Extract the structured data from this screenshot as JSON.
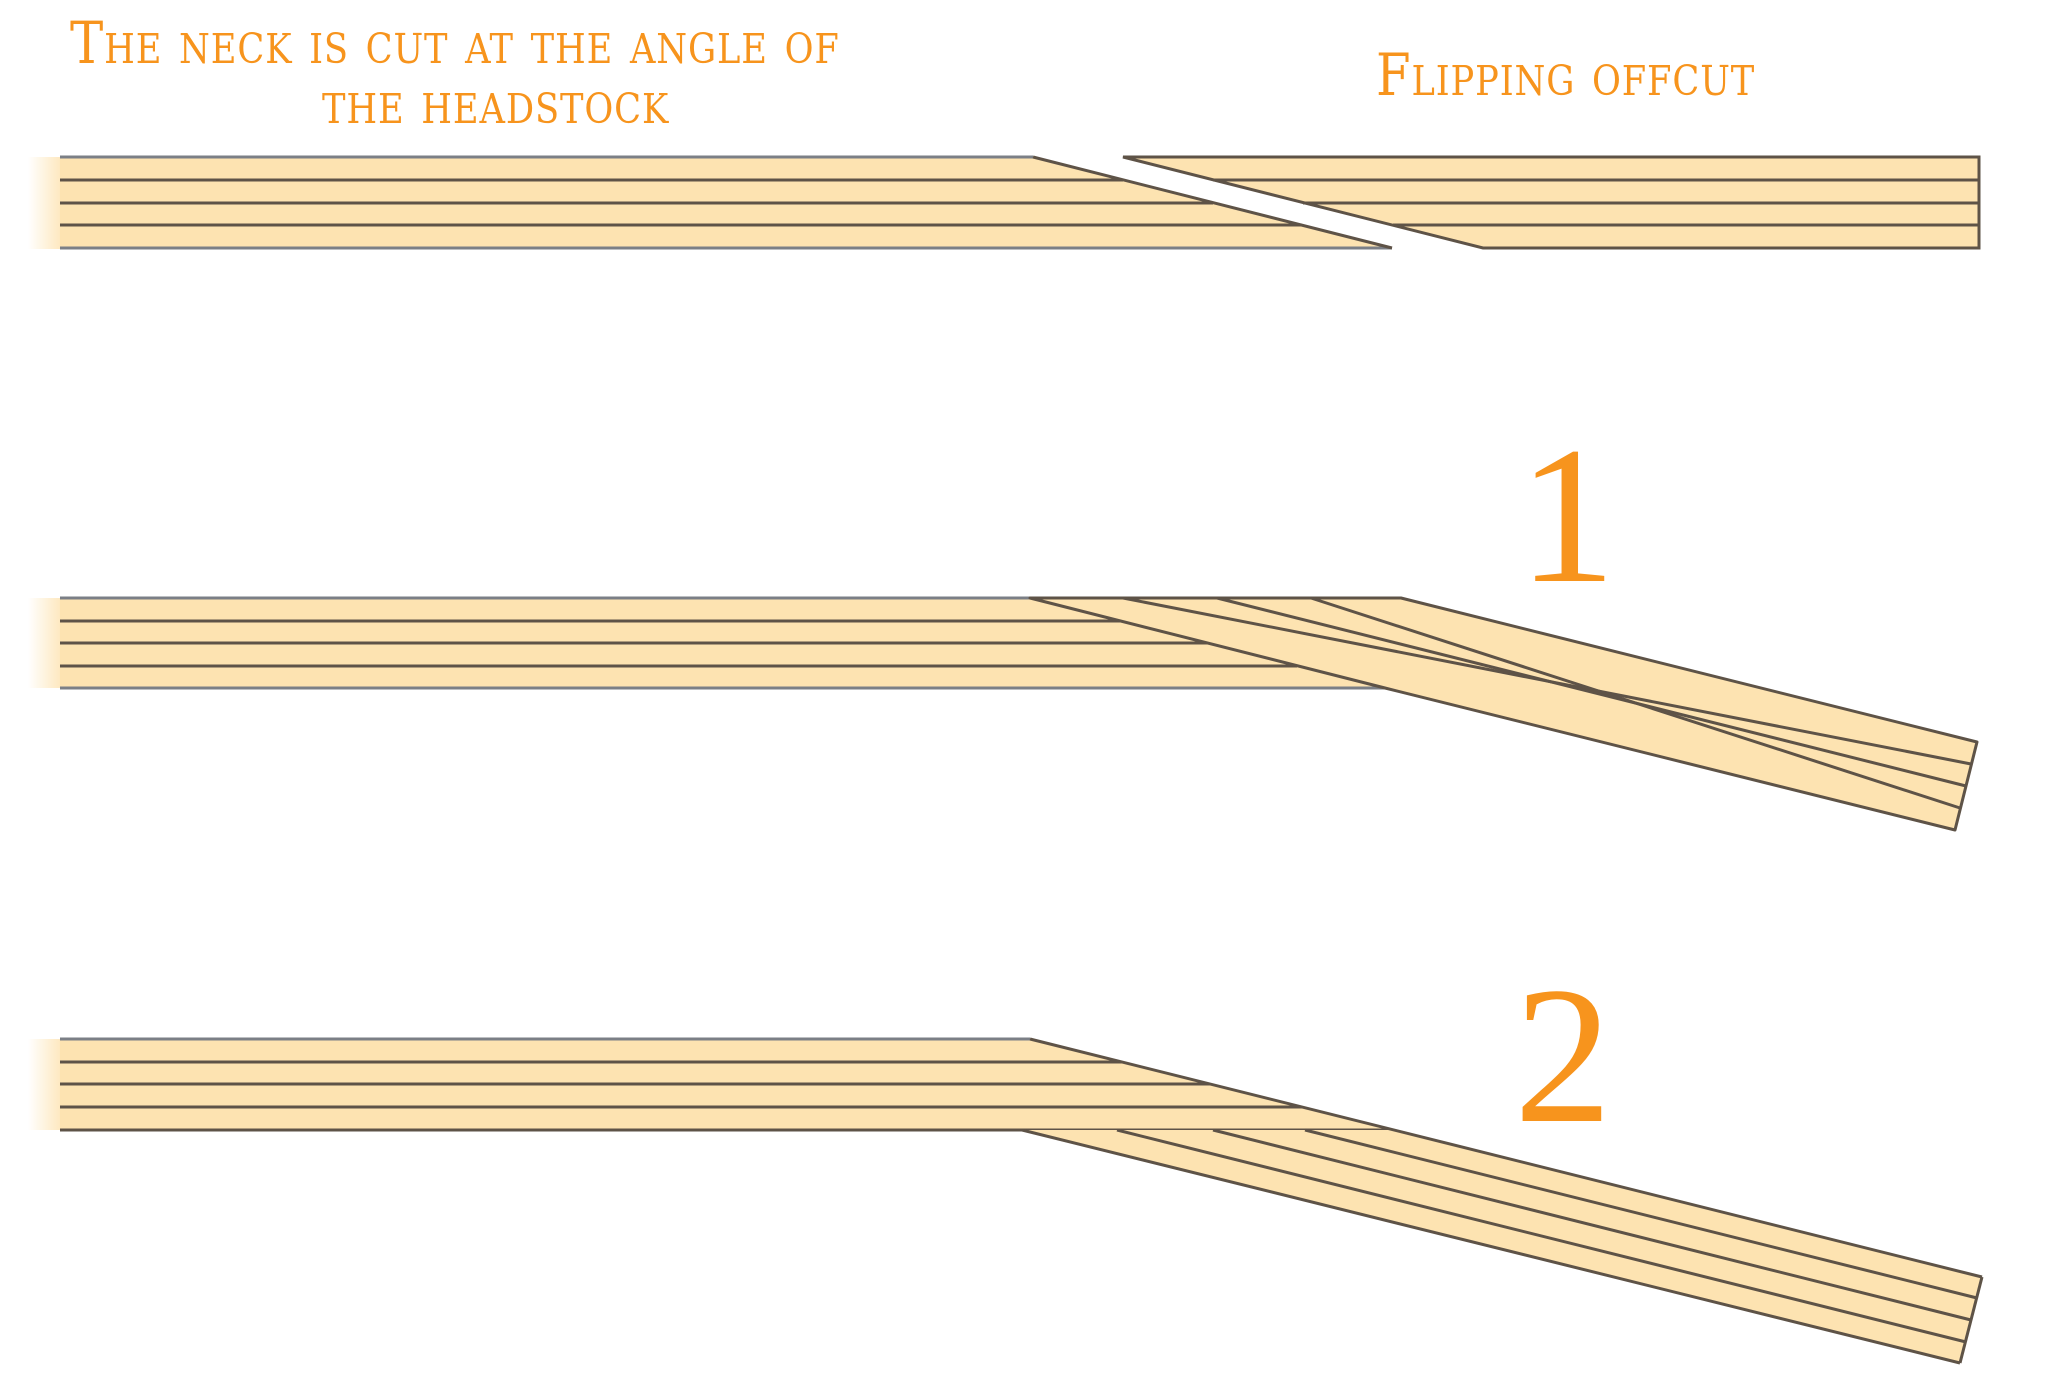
{
  "labels": {
    "title_line1": "The neck is cut at the angle of",
    "title_line2": "the headstock",
    "flipping_offcut": "Flipping offcut"
  },
  "steps": {
    "step1": "1",
    "step2": "2"
  },
  "colors": {
    "text_orange": "#F7941D",
    "wood_fill": "#FDE3B1",
    "grain_line": "#5E5347",
    "background": "#FFFFFF"
  },
  "diagrams": [
    {
      "name": "cut-neck-and-offcut",
      "description": "Neck blank with angled scarf cut separating the offcut"
    },
    {
      "name": "step-1-offcut-flipped",
      "description": "Offcut flipped and placed on top at the headstock angle"
    },
    {
      "name": "step-2-offcut-glued-below",
      "description": "Offcut positioned beneath to form the angled headstock"
    }
  ]
}
